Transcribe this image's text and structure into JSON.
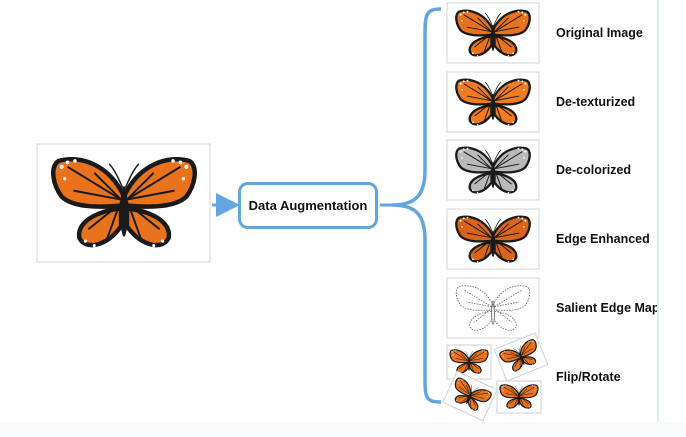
{
  "center_label": "Data Augmentation",
  "outputs": [
    {
      "label": "Original Image",
      "style": "original"
    },
    {
      "label": "De-texturized",
      "style": "detexturized"
    },
    {
      "label": "De-colorized",
      "style": "decolorized"
    },
    {
      "label": "Edge Enhanced",
      "style": "edge"
    },
    {
      "label": "Salient Edge Map",
      "style": "saliency"
    },
    {
      "label": "Flip/Rotate",
      "style": "fliprotate"
    }
  ],
  "colors": {
    "arrow": "#63a6df",
    "wing_orange": "#e8731c",
    "wing_black": "#1a1a1a",
    "gray_wing": "#b9b9b9"
  },
  "icons": [
    "butterfly-icon"
  ]
}
